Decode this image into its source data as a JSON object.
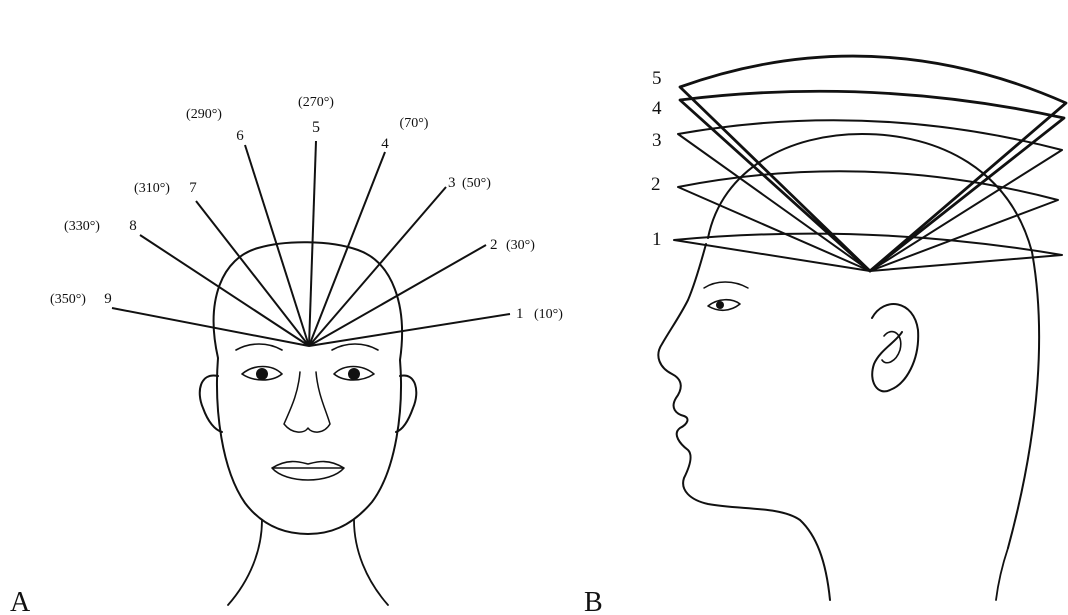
{
  "panels": {
    "a": {
      "label": "A",
      "rays": [
        {
          "num": "1",
          "angle": "(10°)"
        },
        {
          "num": "2",
          "angle": "(30°)"
        },
        {
          "num": "3",
          "angle": "(50°)"
        },
        {
          "num": "4",
          "angle": "(70°)"
        },
        {
          "num": "5",
          "angle": "(270°)"
        },
        {
          "num": "6",
          "angle": "(290°)"
        },
        {
          "num": "7",
          "angle": "(310°)"
        },
        {
          "num": "8",
          "angle": "(330°)"
        },
        {
          "num": "9",
          "angle": "(350°)"
        }
      ]
    },
    "b": {
      "label": "B",
      "levels": [
        "1",
        "2",
        "3",
        "4",
        "5"
      ]
    }
  }
}
